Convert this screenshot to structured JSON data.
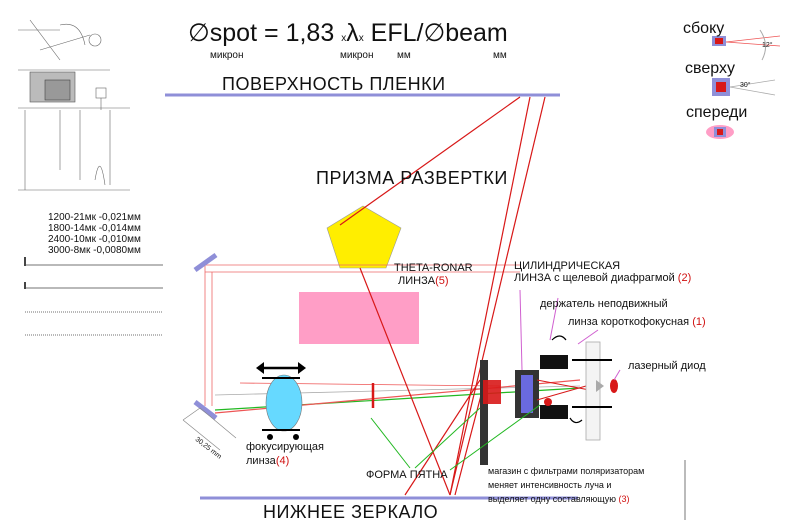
{
  "formula": {
    "d1": "∅",
    "spot": "spot",
    "eq": "=",
    "coef": "1,83",
    "x1": "x",
    "lambda": "λ",
    "x2": "x",
    "efl": "EFL/",
    "d2": "∅",
    "beam": "beam",
    "sub_micron1": "микрон",
    "sub_micron2": "микрон",
    "sub_mm1": "мм",
    "sub_mm2": "мм"
  },
  "views": {
    "side": "сбоку",
    "top": "сверху",
    "front": "спереди",
    "angle_side": "12°",
    "angle_top": "30°"
  },
  "labels": {
    "film_surface": "ПОВЕРХНОСТЬ ПЛЕНКИ",
    "scan_prism": "ПРИЗМА РАЗВЕРТКИ",
    "theta_line1": "THETA-RONAR",
    "theta_line2": "ЛИНЗА",
    "theta_num": "(5)",
    "cyl_line1": "ЦИЛИНДРИЧЕСКАЯ",
    "cyl_line2": "ЛИНЗА с щелевой диафрагмой",
    "cyl_num": "(2)",
    "holder_line1": "держатель неподвижный",
    "holder_line2": "линза короткофокусная",
    "holder_num": "(1)",
    "laser": "лазерный диод",
    "focus_line1": "фокусирующая",
    "focus_line2": "линза",
    "focus_num": "(4)",
    "spot_shape": "ФОРМА ПЯТНА",
    "filter_line1": "магазин с фильтрами поляризаторам",
    "filter_line2": "меняет интенсивность луча и",
    "filter_line3": "выделяет одну составляющую",
    "filter_num": "(3)",
    "bottom_mirror": "НИЖНЕЕ ЗЕРКАЛО",
    "dim_label": "30,25 mm"
  },
  "resolutions": [
    "1200-21мк -0,021мм",
    "1800-14мк -0,014мм",
    "2400-10мк -0,010мм",
    "3000-8мк -0,0080мм"
  ],
  "colors": {
    "mirror": "#8f8fd8",
    "prism": "#ffee00",
    "theta_lens": "#ff9ec6",
    "focus_lens": "#66d9ff",
    "beam_red": "#d81818",
    "beam_green": "#22b822",
    "beam_pink": "#ee5555",
    "pointer": "#d060d0"
  }
}
